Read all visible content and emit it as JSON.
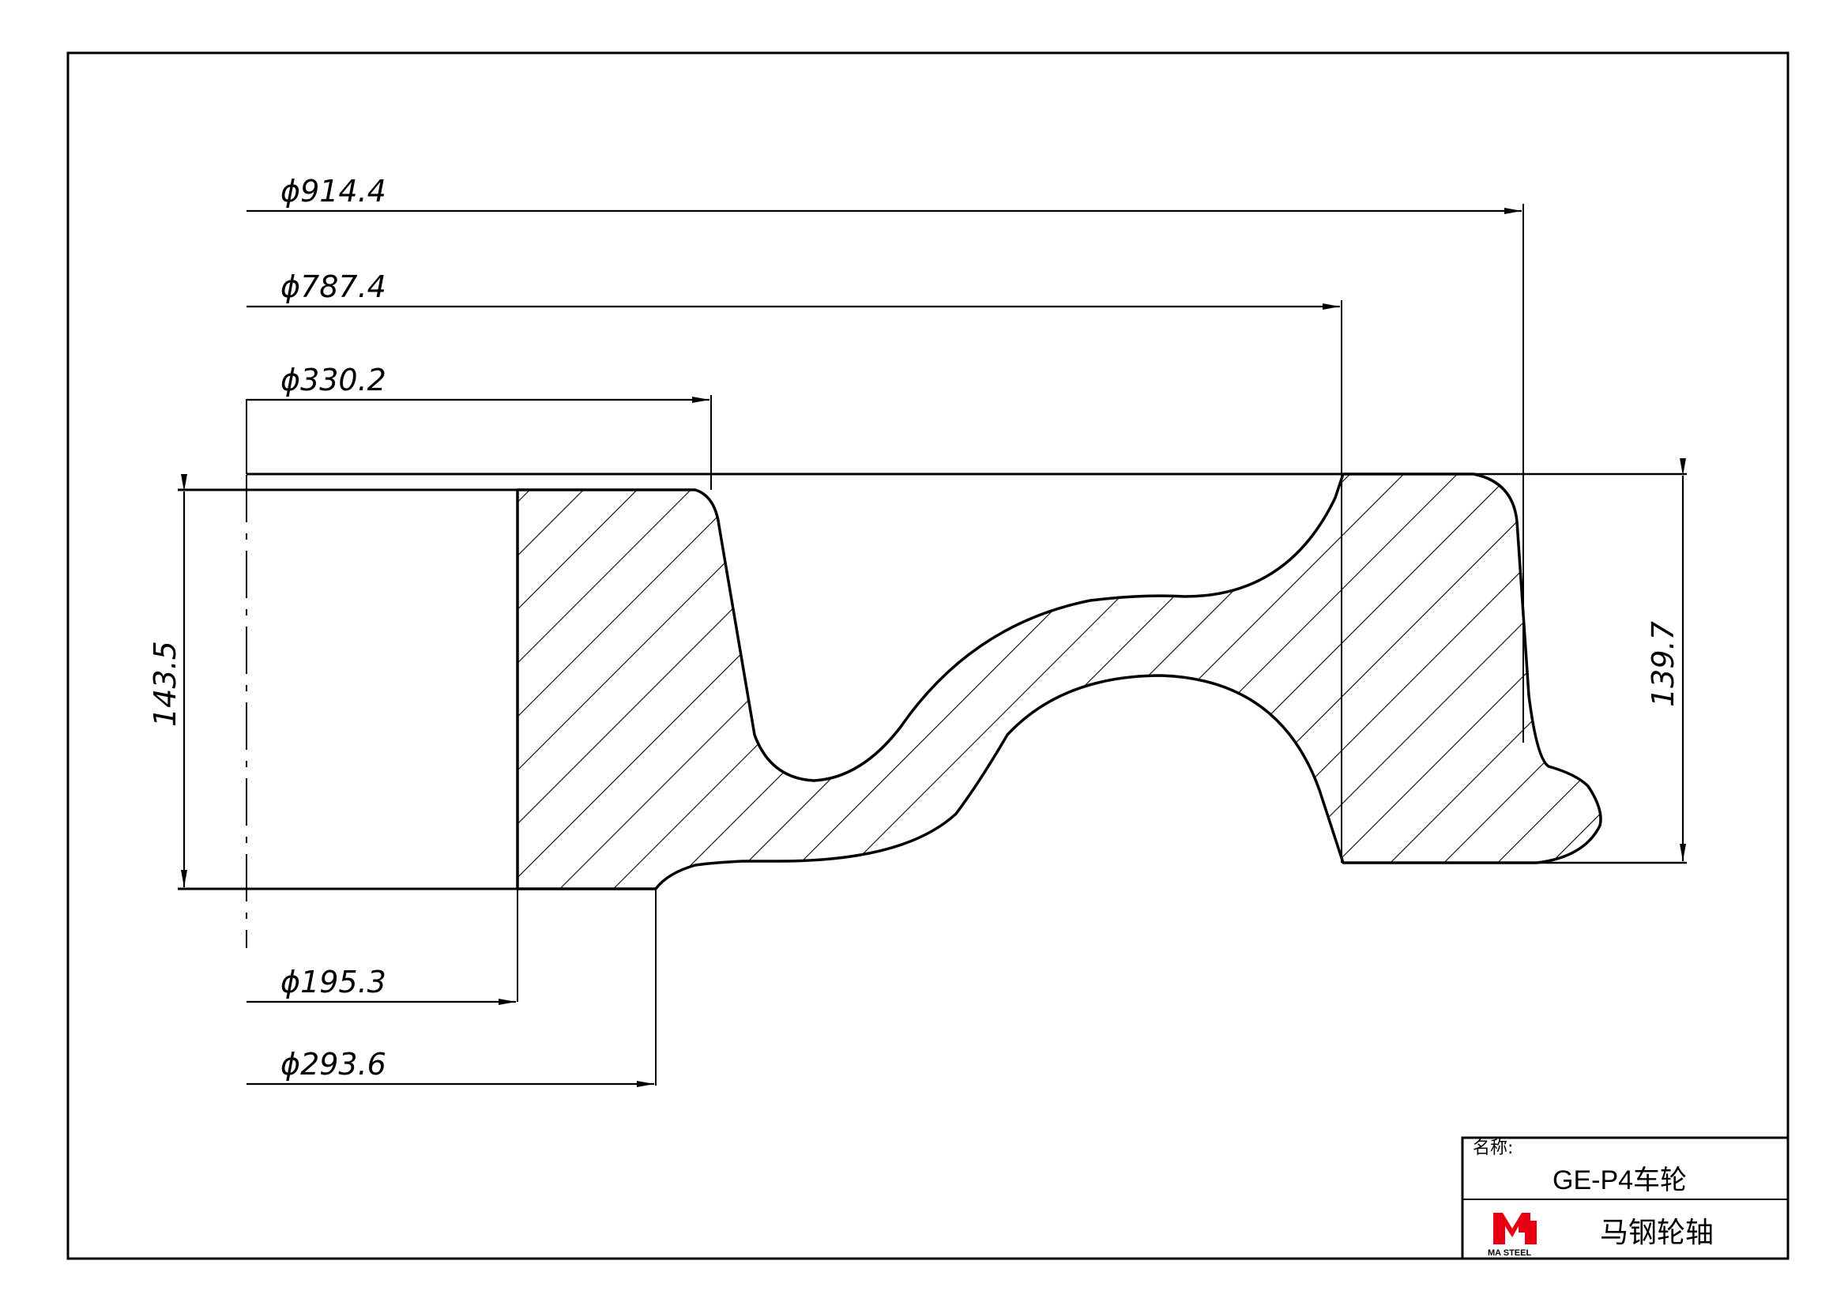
{
  "dimensions": {
    "d_914": "ϕ914.4",
    "d_787": "ϕ787.4",
    "d_330": "ϕ330.2",
    "d_195": "ϕ195.3",
    "d_293": "ϕ293.6",
    "hub_length": "143.5",
    "rim_width": "139.7"
  },
  "title_block": {
    "name_label": "名称:",
    "part_name": "GE-P4车轮",
    "company": "马钢轮轴",
    "logo_text": "MA STEEL"
  },
  "colors": {
    "line": "#000000",
    "logo_red": "#e60012",
    "background": "#ffffff"
  }
}
